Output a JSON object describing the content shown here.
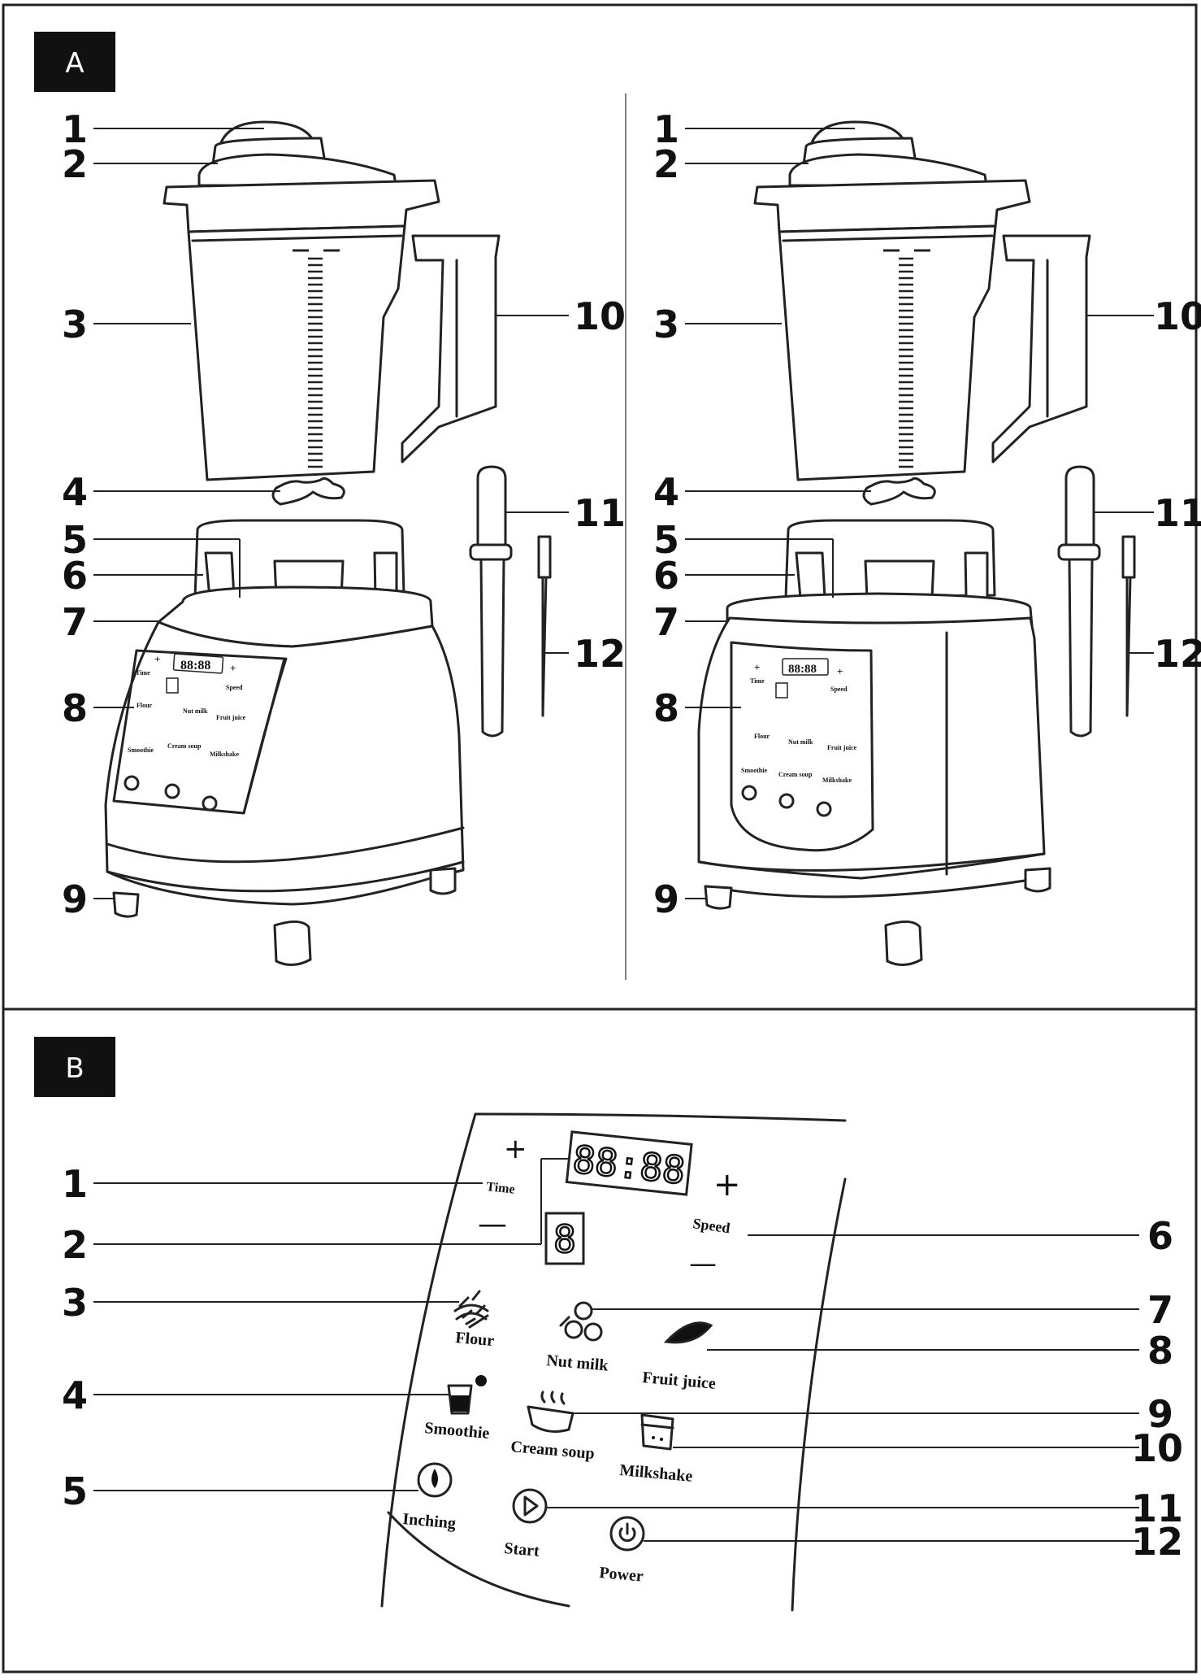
{
  "panels": {
    "a": {
      "tag": "A"
    },
    "b": {
      "tag": "B"
    }
  },
  "blender_callouts": [
    "1",
    "2",
    "3",
    "4",
    "5",
    "6",
    "7",
    "8",
    "9",
    "10",
    "11",
    "12"
  ],
  "panel_b_callouts": [
    "1",
    "2",
    "3",
    "4",
    "5",
    "6",
    "7",
    "8",
    "9",
    "10",
    "11",
    "12"
  ],
  "control_panel": {
    "time_label": "Time",
    "speed_label": "Speed",
    "plus": "+",
    "minus": "—",
    "time_display": "88:88",
    "speed_display": "8",
    "programs": {
      "flour": "Flour",
      "nut_milk": "Nut milk",
      "fruit_juice": "Fruit juice",
      "smoothie": "Smoothie",
      "cream_soup": "Cream soup",
      "milkshake": "Milkshake",
      "inching": "Inching",
      "start": "Start",
      "power": "Power"
    }
  }
}
